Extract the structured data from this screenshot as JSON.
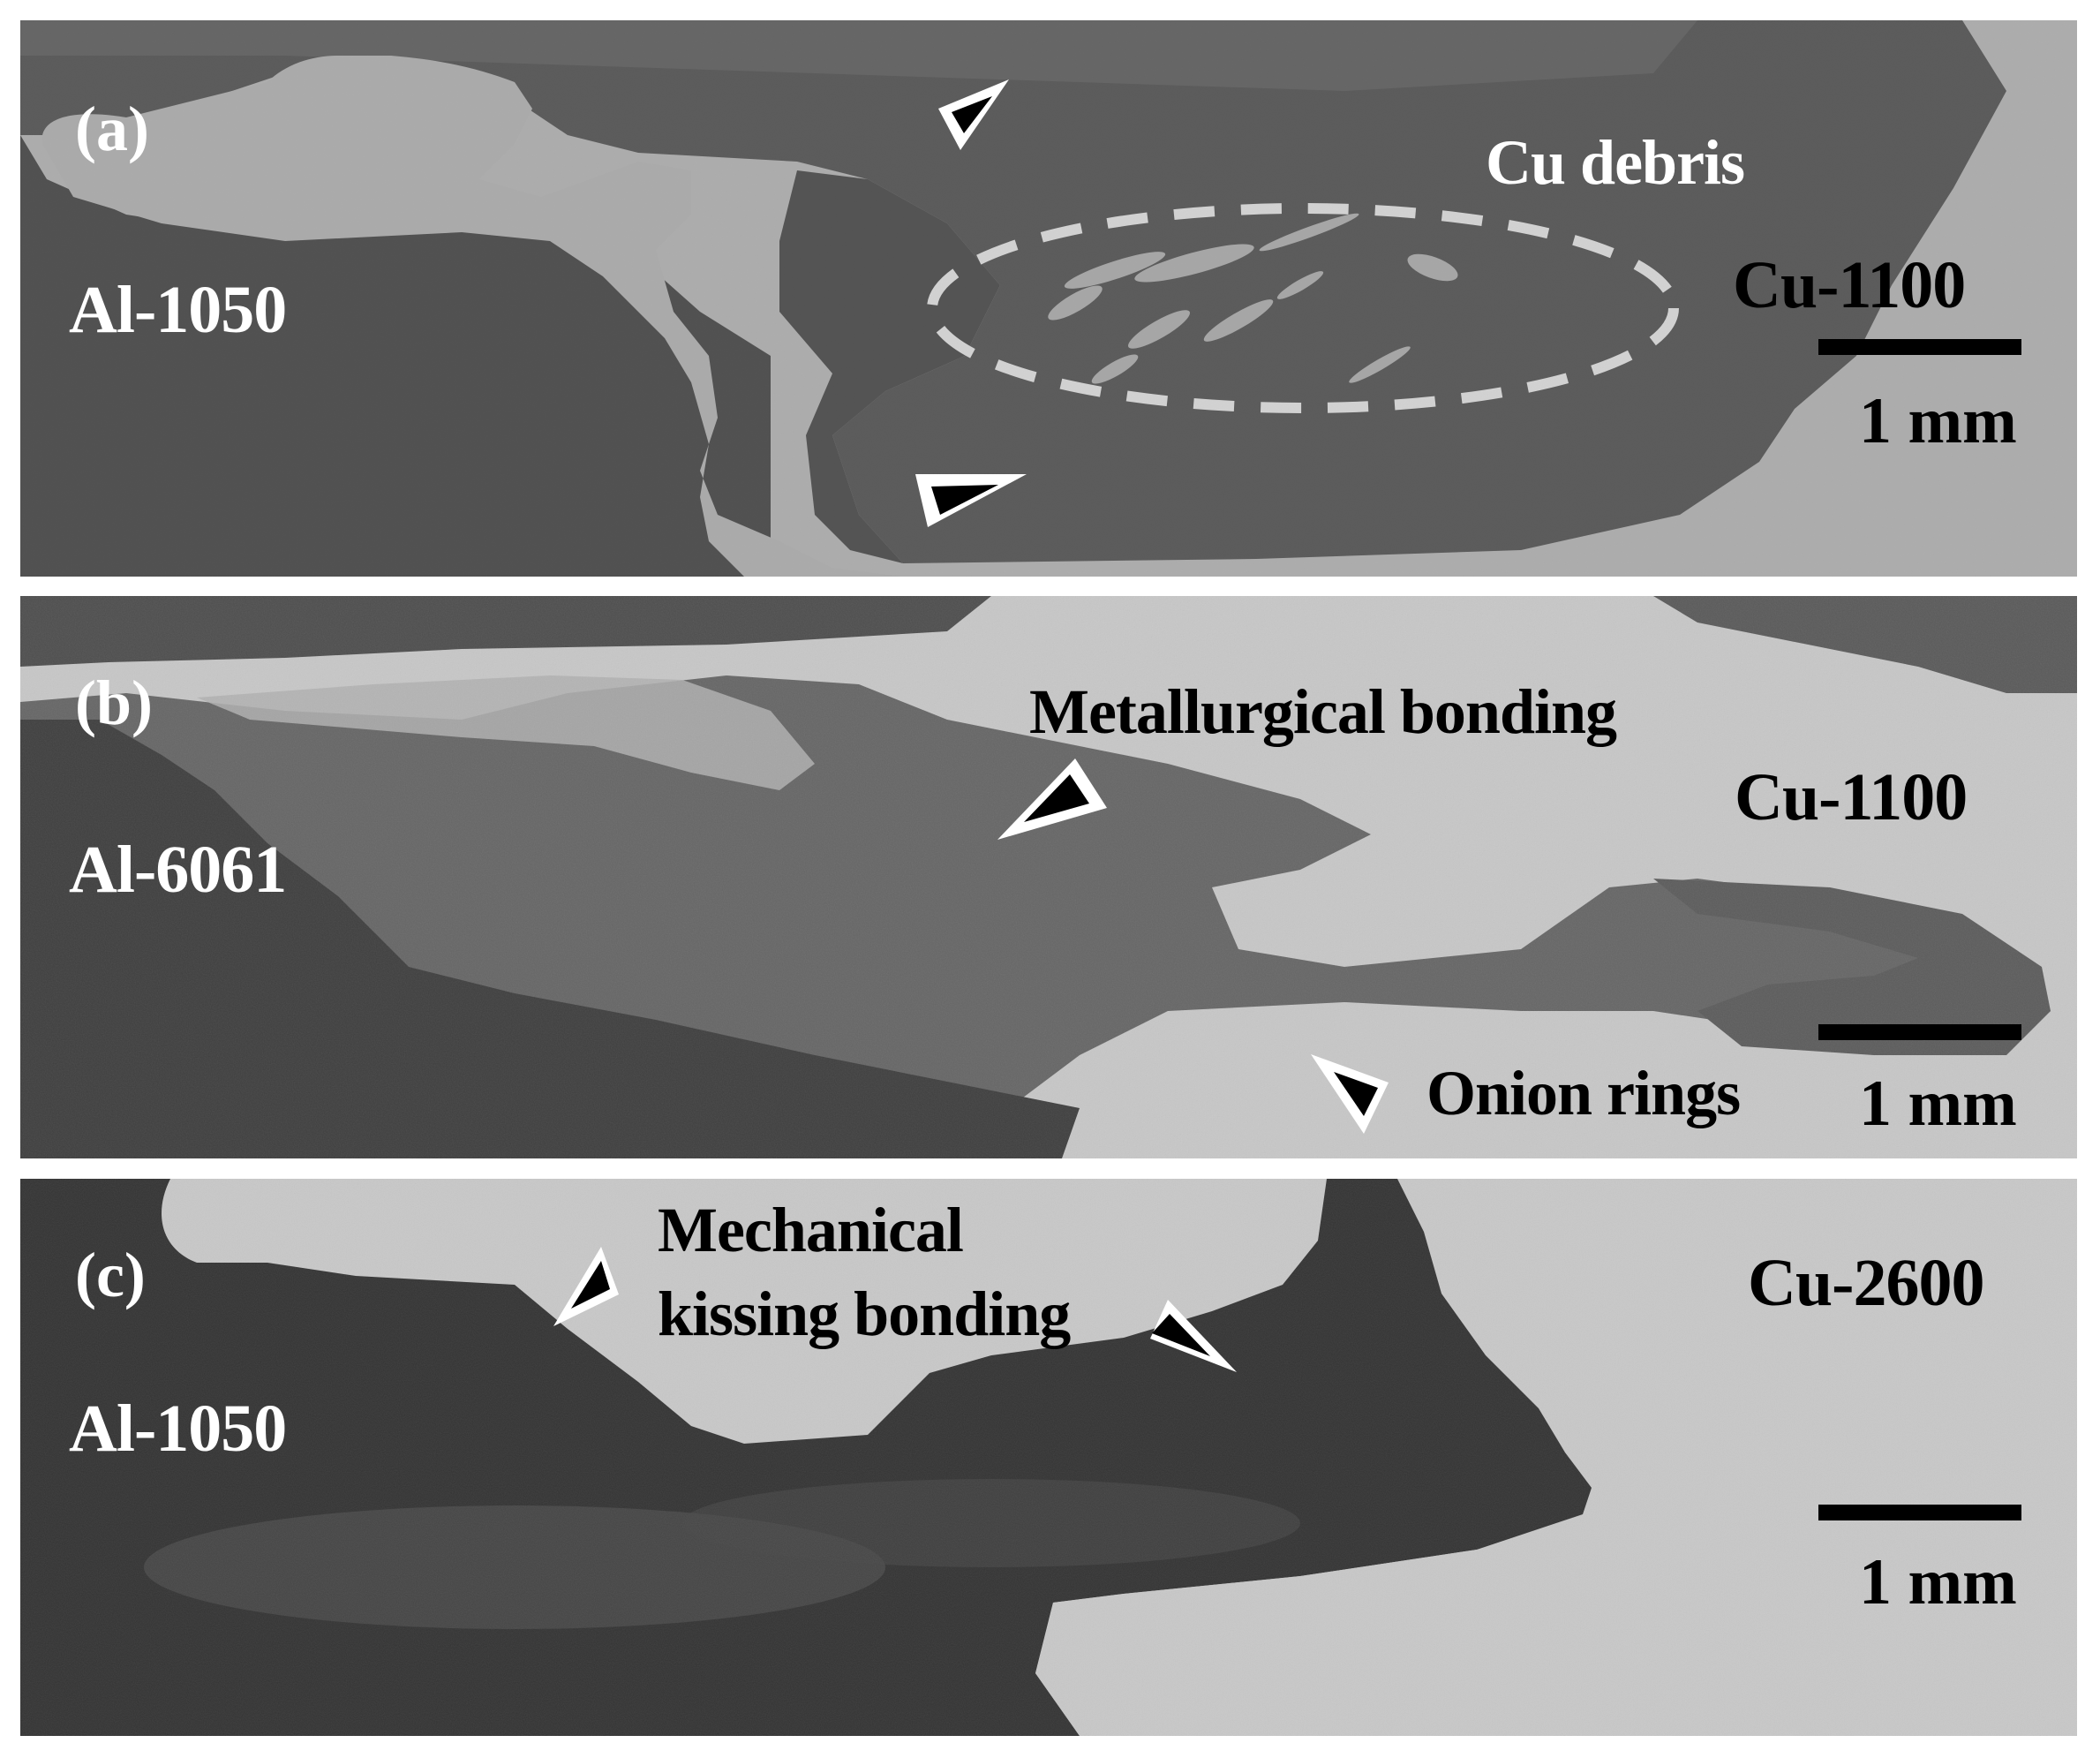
{
  "figure": {
    "panels": [
      {
        "id": "a",
        "label": "(a)",
        "left_material": "Al-1050",
        "right_material": "Cu-1100",
        "annotations": [
          "Cu debris"
        ],
        "highlight": "dashed-ellipse",
        "scale_bar": "1 mm",
        "arrow_markers": 2
      },
      {
        "id": "b",
        "label": "(b)",
        "left_material": "Al-6061",
        "right_material": "Cu-1100",
        "annotations": [
          "Metallurgical bonding",
          "Onion rings"
        ],
        "scale_bar": "1 mm",
        "arrow_markers": 2
      },
      {
        "id": "c",
        "label": "(c)",
        "left_material": "Al-1050",
        "right_material": "Cu-2600",
        "annotations": [
          "Mechanical",
          "kissing bonding"
        ],
        "scale_bar": "1 mm",
        "arrow_markers": 2
      }
    ],
    "colors": {
      "al_dark": "#3c3c3c",
      "cu_light": "#c8c8c8",
      "mixed_gray": "#6a6a6a",
      "marker_fill": "#000000",
      "marker_outline": "#ffffff",
      "page_bg": "#ffffff"
    }
  }
}
